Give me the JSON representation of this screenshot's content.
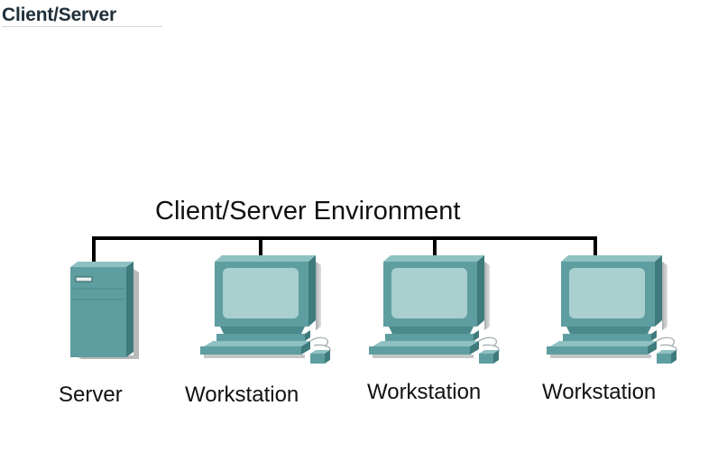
{
  "page": {
    "title": "Client/Server"
  },
  "diagram": {
    "title": "Client/Server Environment",
    "nodes": [
      {
        "type": "server",
        "label": "Server"
      },
      {
        "type": "workstation",
        "label": "Workstation"
      },
      {
        "type": "workstation",
        "label": "Workstation"
      },
      {
        "type": "workstation",
        "label": "Workstation"
      }
    ],
    "colors": {
      "device_teal": "#5f9ea0",
      "device_dark": "#3f7a7c",
      "device_light": "#8fc1c2",
      "screen": "#a9cfcf",
      "bus_line": "#000000"
    }
  }
}
